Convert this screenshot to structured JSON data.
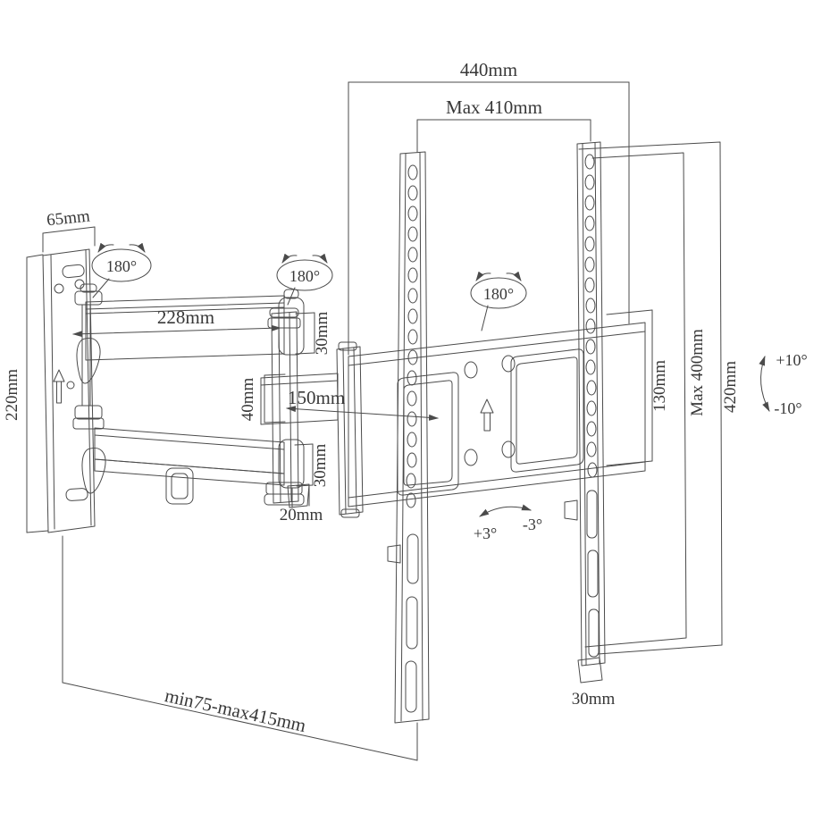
{
  "colors": {
    "background": "#ffffff",
    "line": "#4b4b4b",
    "text": "#383838"
  },
  "labels": {
    "overall_width": "440mm",
    "max_vesa_width": "Max 410mm",
    "wall_plate_width": "65mm",
    "wall_plate_height": "220mm",
    "arm_length": "228mm",
    "upper_arm_end_height": "30mm",
    "link_height": "40mm",
    "extension_length": "150mm",
    "lower_arm_end_height": "30mm",
    "foot_width": "20mm",
    "bracket_opening_height": "130mm",
    "max_vesa_height": "Max 400mm",
    "rail_height": "420mm",
    "tilt_up": "+10°",
    "tilt_down": "-10°",
    "level_adjust_plus": "+3°",
    "level_adjust_minus": "-3°",
    "rail_bottom_width": "30mm",
    "extension_range": "min75-max415mm",
    "swivel_wall": "180°",
    "swivel_arm": "180°",
    "swivel_plate": "180°"
  }
}
